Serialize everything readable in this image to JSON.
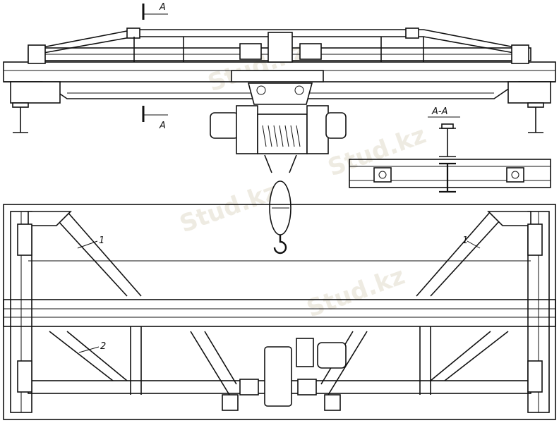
{
  "drawing": {
    "section_marks": [
      "A",
      "A"
    ],
    "section_title": "A-A",
    "callouts": [
      "1",
      "1",
      "2"
    ],
    "watermark": "Stud.kz",
    "colors": {
      "line": "#111111",
      "watermark": "#e8e3d6"
    }
  }
}
